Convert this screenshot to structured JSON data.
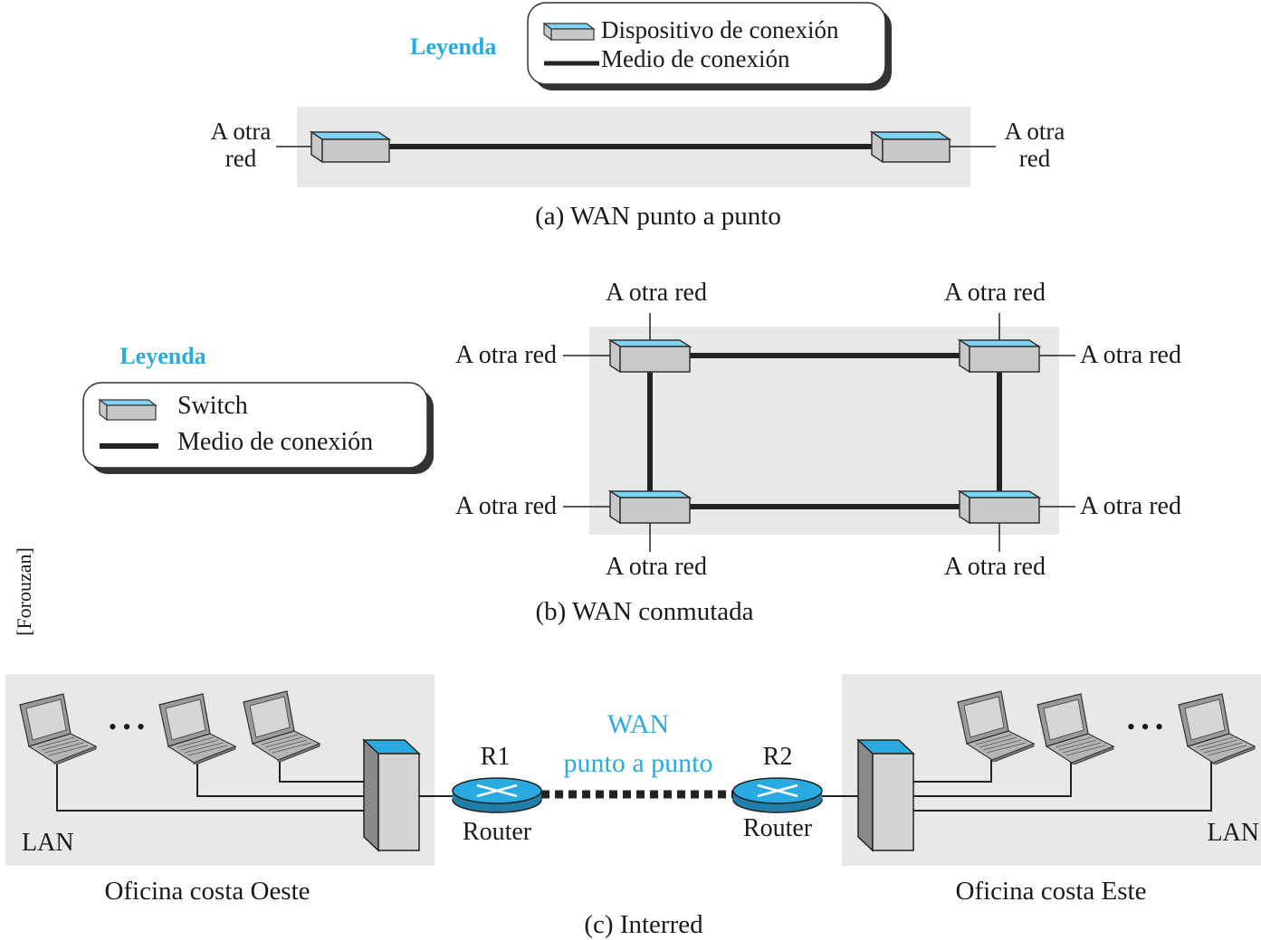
{
  "legend_a": {
    "title": "Leyenda",
    "device": "Dispositivo de conexión",
    "medium": "Medio de conexión"
  },
  "part_a": {
    "left_label": [
      "A otra",
      "red"
    ],
    "right_label": [
      "A otra",
      "red"
    ],
    "caption": "(a) WAN punto a punto"
  },
  "legend_b": {
    "title": "Leyenda",
    "switch": "Switch",
    "medium": "Medio de conexión"
  },
  "part_b": {
    "to_net": "A otra red",
    "caption": "(b) WAN conmutada"
  },
  "side_note": "[Forouzan]",
  "part_c": {
    "wan_label": [
      "WAN",
      "punto a punto"
    ],
    "r1": "R1",
    "r2": "R2",
    "router": "Router",
    "lan": "LAN",
    "dots": "• • •",
    "west": "Oficina costa Oeste",
    "east": "Oficina costa Este",
    "caption": "(c) Interred"
  },
  "colors": {
    "device_top": "#7fd3f5",
    "device_body": "#c8c8c8",
    "panel": "#e8e8e8",
    "accent": "#29abe2"
  }
}
